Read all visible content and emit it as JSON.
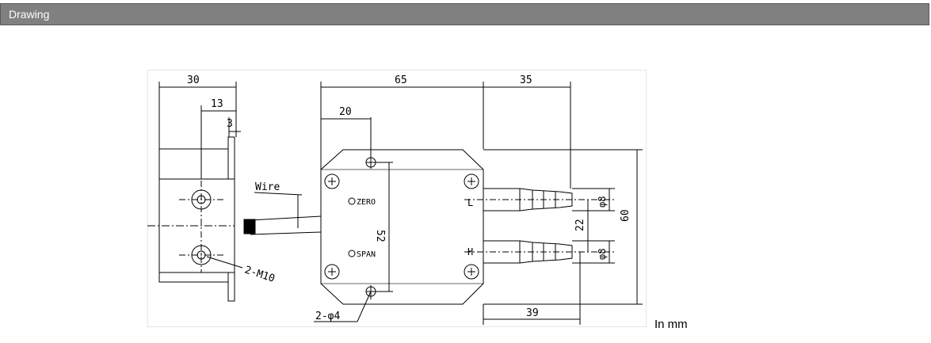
{
  "header": {
    "title": "Drawing"
  },
  "drawing": {
    "side_view": {
      "dim_width": "30",
      "dim_offset": "13",
      "dim_thickness": "3",
      "mount_label": "2-M10"
    },
    "front_view": {
      "dim_body_length": "65",
      "dim_ports_length": "35",
      "dim_hole_offset": "20",
      "dim_hole_spacing": "52",
      "dim_total_height": "60",
      "dim_port_spacing": "22",
      "dim_port_reach": "39",
      "port_dia_1": "φ8",
      "port_dia_2": "φ8",
      "hole_label": "2-φ4",
      "wire_label": "Wire",
      "zero_label": "ZERO",
      "span_label": "SPAN",
      "port_low": "L",
      "port_high": "H"
    }
  },
  "unit_note": "In mm"
}
